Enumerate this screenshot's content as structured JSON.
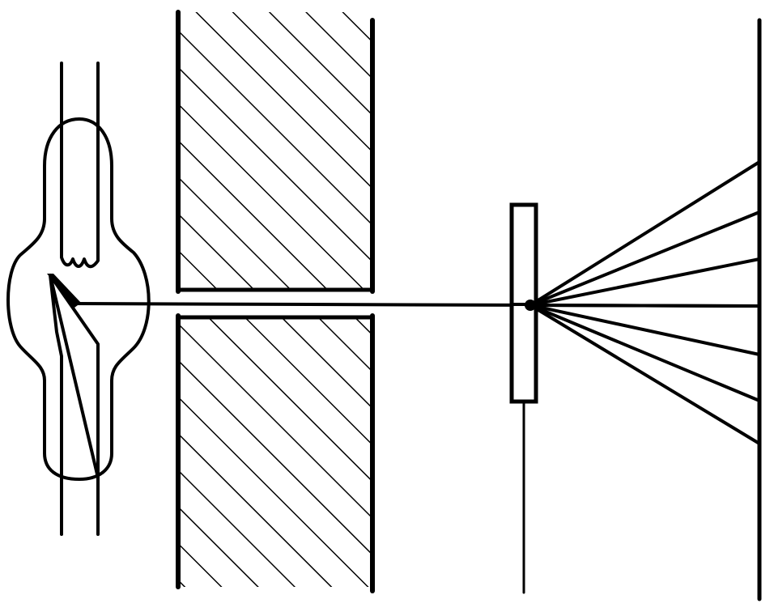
{
  "diagram": {
    "kind": "x-ray diffraction apparatus schematic",
    "text_labels": [],
    "colors": {
      "ink": "#000000",
      "paper": "#ffffff"
    },
    "components": [
      "x-ray-tube",
      "lead-collimator-block",
      "crystal-sample",
      "photographic-plate"
    ],
    "diffracted_beam_count": 7
  }
}
